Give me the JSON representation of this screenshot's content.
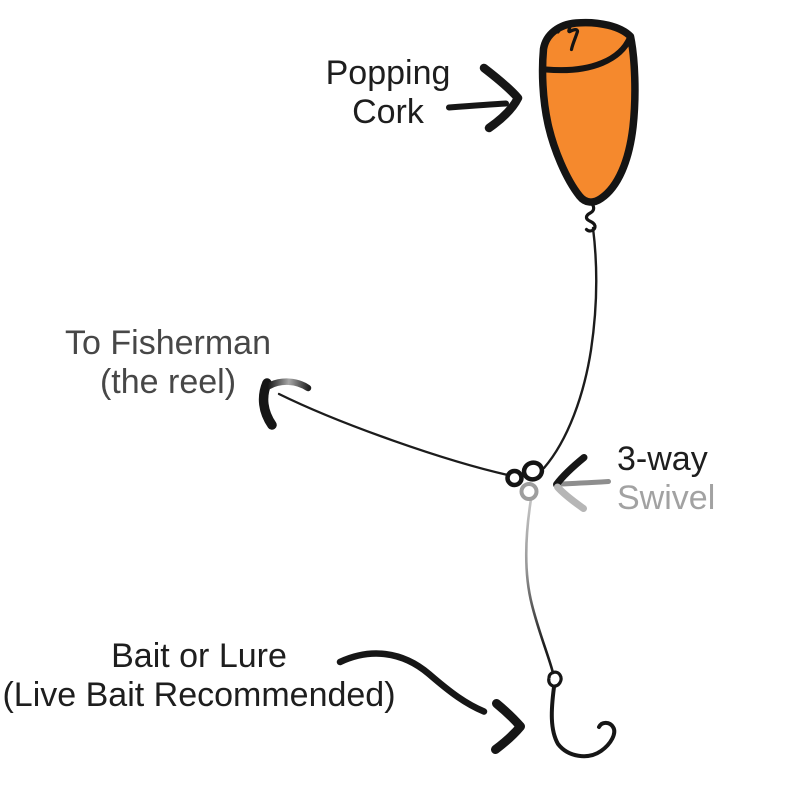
{
  "labels": {
    "popping_cork": {
      "line1": "Popping",
      "line2": "Cork"
    },
    "to_fisherman": {
      "line1": "To Fisherman",
      "line2": "(the reel)"
    },
    "three_way_swivel": {
      "line1": "3-way",
      "line2": "Swivel"
    },
    "bait_or_lure": {
      "line1": "Bait or Lure",
      "line2": "(Live Bait Recommended)"
    }
  },
  "colors": {
    "background": "#ffffff",
    "ink": "#1e1e1e",
    "cork_orange": "#f5892d",
    "muted_gray": "#a2a2a2",
    "faded_ink": "#474747"
  }
}
